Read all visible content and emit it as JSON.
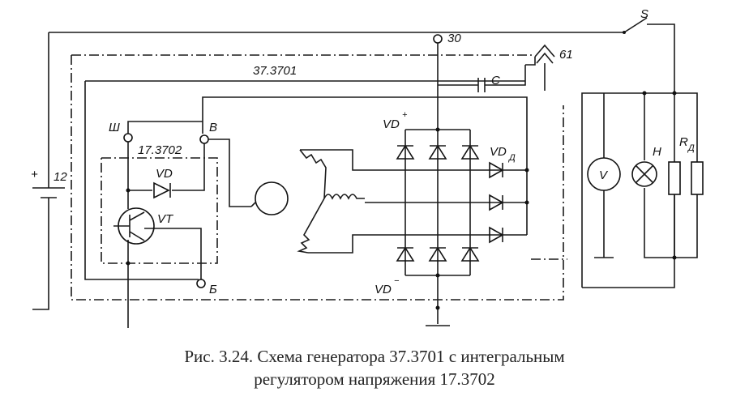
{
  "labels": {
    "terminal_30": "30",
    "terminal_61": "61",
    "switch_s": "S",
    "generator_model": "37.3701",
    "regulator_model": "17.3702",
    "capacitor": "C",
    "vd_plus": "VD",
    "vd_plus_sup": "+",
    "vd_minus": "VD",
    "vd_minus_sup": "−",
    "vd_d": "VD",
    "vd_d_sub": "Д",
    "reg_diode": "VD",
    "transistor": "VT",
    "battery_voltage": "12",
    "battery_plus": "+",
    "terminal_sh": "Ш",
    "terminal_v": "В",
    "terminal_b": "Б",
    "voltmeter": "V",
    "lamp": "H",
    "resistor": "R",
    "resistor_sub": "Д"
  },
  "caption": {
    "line1": "Рис. 3.24. Схема генератора 37.3701 с интегральным",
    "line2": "регулятором напряжения 17.3702"
  }
}
